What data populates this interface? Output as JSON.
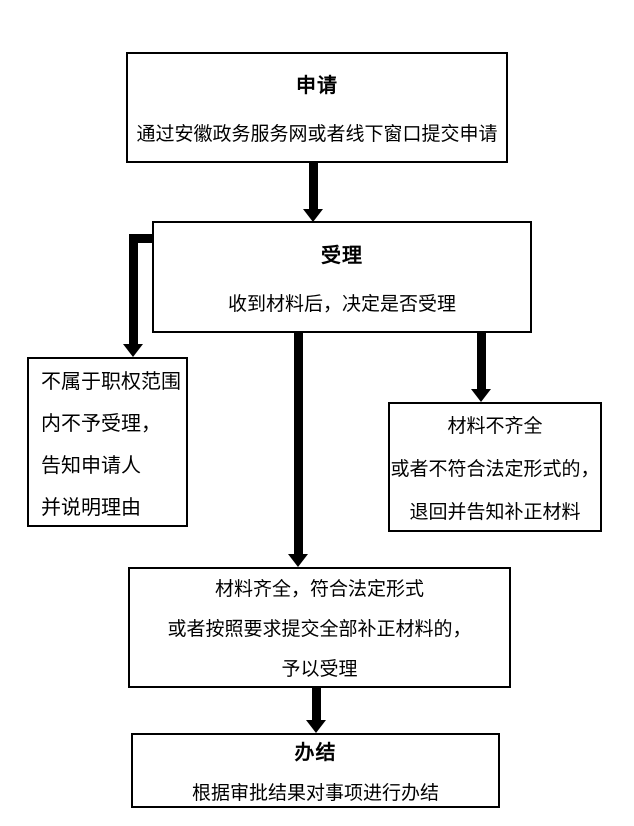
{
  "colors": {
    "line": "#000000",
    "background": "#ffffff"
  },
  "nodes": {
    "apply": {
      "title": "申请",
      "body": "通过安徽政务服务网或者线下窗口提交申请"
    },
    "accept": {
      "title": "受理",
      "body": "收到材料后，决定是否受理"
    },
    "reject": {
      "lines": [
        "不属于职权范围",
        "内不予受理，",
        "告知申请人",
        "并说明理由"
      ]
    },
    "incomplete": {
      "lines": [
        "材料不齐全",
        "或者不符合法定形式的，",
        "退回并告知补正材料"
      ]
    },
    "accepted": {
      "lines": [
        "材料齐全，符合法定形式",
        "或者按照要求提交全部补正材料的，",
        "予以受理"
      ]
    },
    "complete": {
      "title": "办结",
      "body": "根据审批结果对事项进行办结"
    }
  }
}
